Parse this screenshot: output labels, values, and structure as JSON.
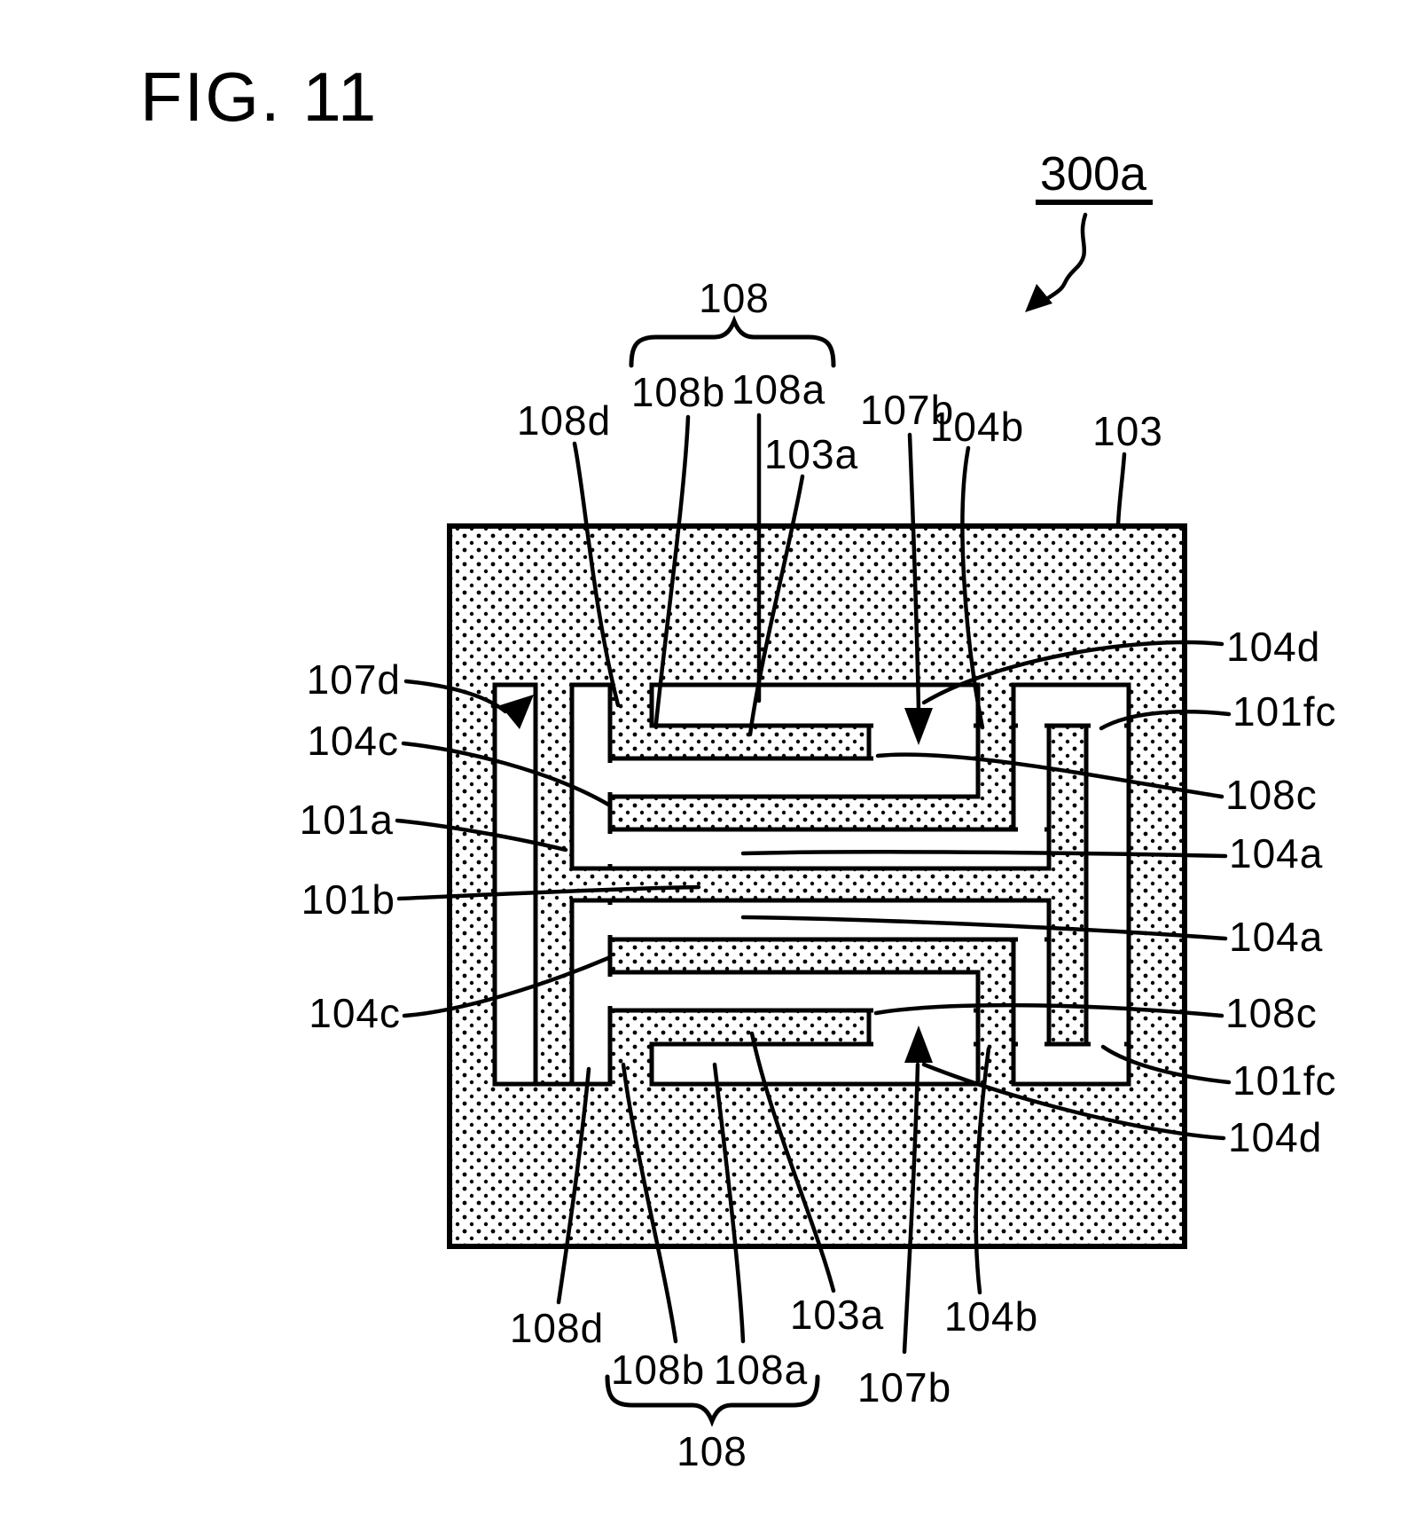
{
  "figure_title": "FIG. 11",
  "reference_number": "300a",
  "colors": {
    "ink": "#000000",
    "paper": "#ffffff"
  },
  "labels": {
    "top": [
      "108",
      "108b",
      "108a",
      "108d",
      "107b",
      "103a",
      "104b",
      "103"
    ],
    "left": [
      "107d",
      "104c",
      "101a",
      "101b",
      "104c"
    ],
    "right": [
      "104d",
      "101fc",
      "108c",
      "104a",
      "104a",
      "108c",
      "101fc",
      "104d"
    ],
    "bottom": [
      "108d",
      "108b",
      "108a",
      "103a",
      "107b",
      "104b",
      "108"
    ]
  }
}
